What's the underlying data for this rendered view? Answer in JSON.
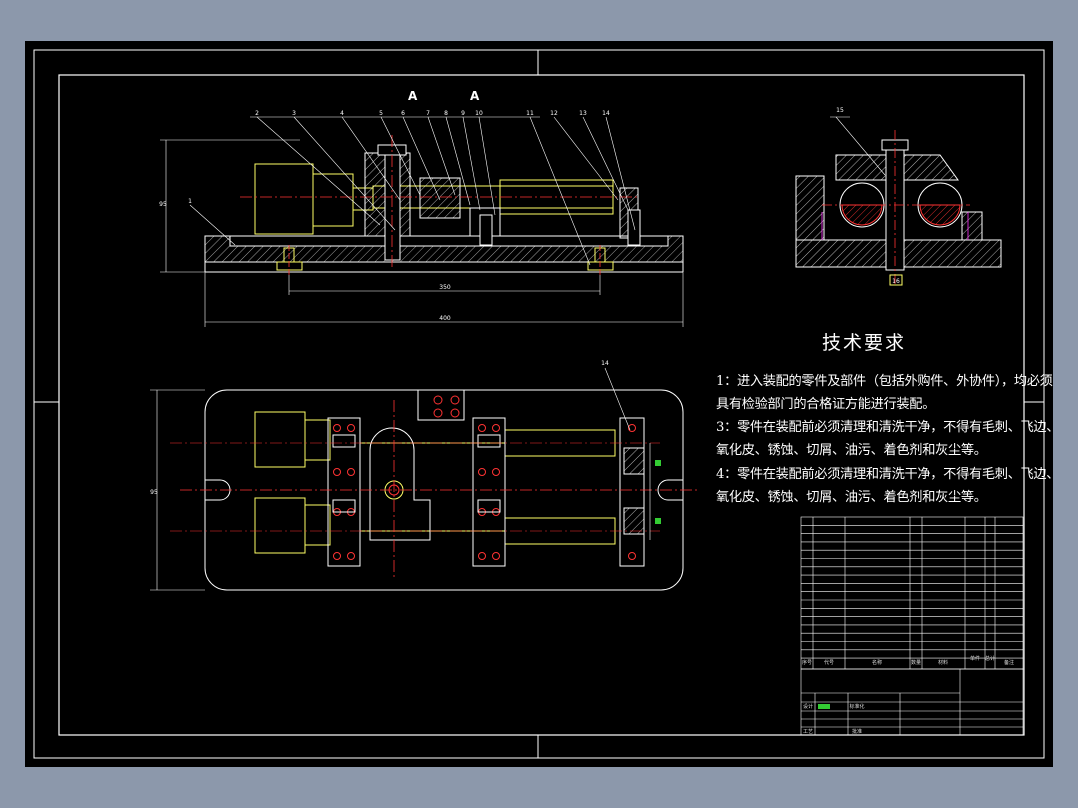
{
  "section_labels": {
    "a1": "A",
    "a2": "A"
  },
  "tech_requirements": {
    "title": "技术要求",
    "lines": [
      "1：进入装配的零件及部件（包括外购件、外协件），均必须",
      "具有检验部门的合格证方能进行装配。",
      "3：零件在装配前必须清理和清洗干净，不得有毛刺、飞边、",
      "氧化皮、锈蚀、切屑、油污、着色剂和灰尘等。",
      "4：零件在装配前必须清理和清洗干净，不得有毛刺、飞边、",
      "氧化皮、锈蚀、切屑、油污、着色剂和灰尘等。"
    ]
  },
  "balloons_front": [
    "2",
    "3",
    "4",
    "5",
    "6",
    "7",
    "8",
    "9",
    "10",
    "11",
    "12",
    "13",
    "14"
  ],
  "balloons_other": {
    "left": "1",
    "side_top": "15",
    "side_bottom": "16",
    "plan": "14"
  },
  "dimensions": {
    "inner": "350",
    "overall": "400",
    "height": "95",
    "plan_width": "95"
  },
  "bom_header": {
    "no": "序号",
    "code": "代号",
    "name": "名称",
    "qty": "数量",
    "material": "材料",
    "unit_weight": "单件",
    "total_weight": "总计",
    "note": "备注"
  },
  "title_block": {
    "design": "设计",
    "process": "工艺",
    "standard": "标准化",
    "approve": "批准"
  }
}
